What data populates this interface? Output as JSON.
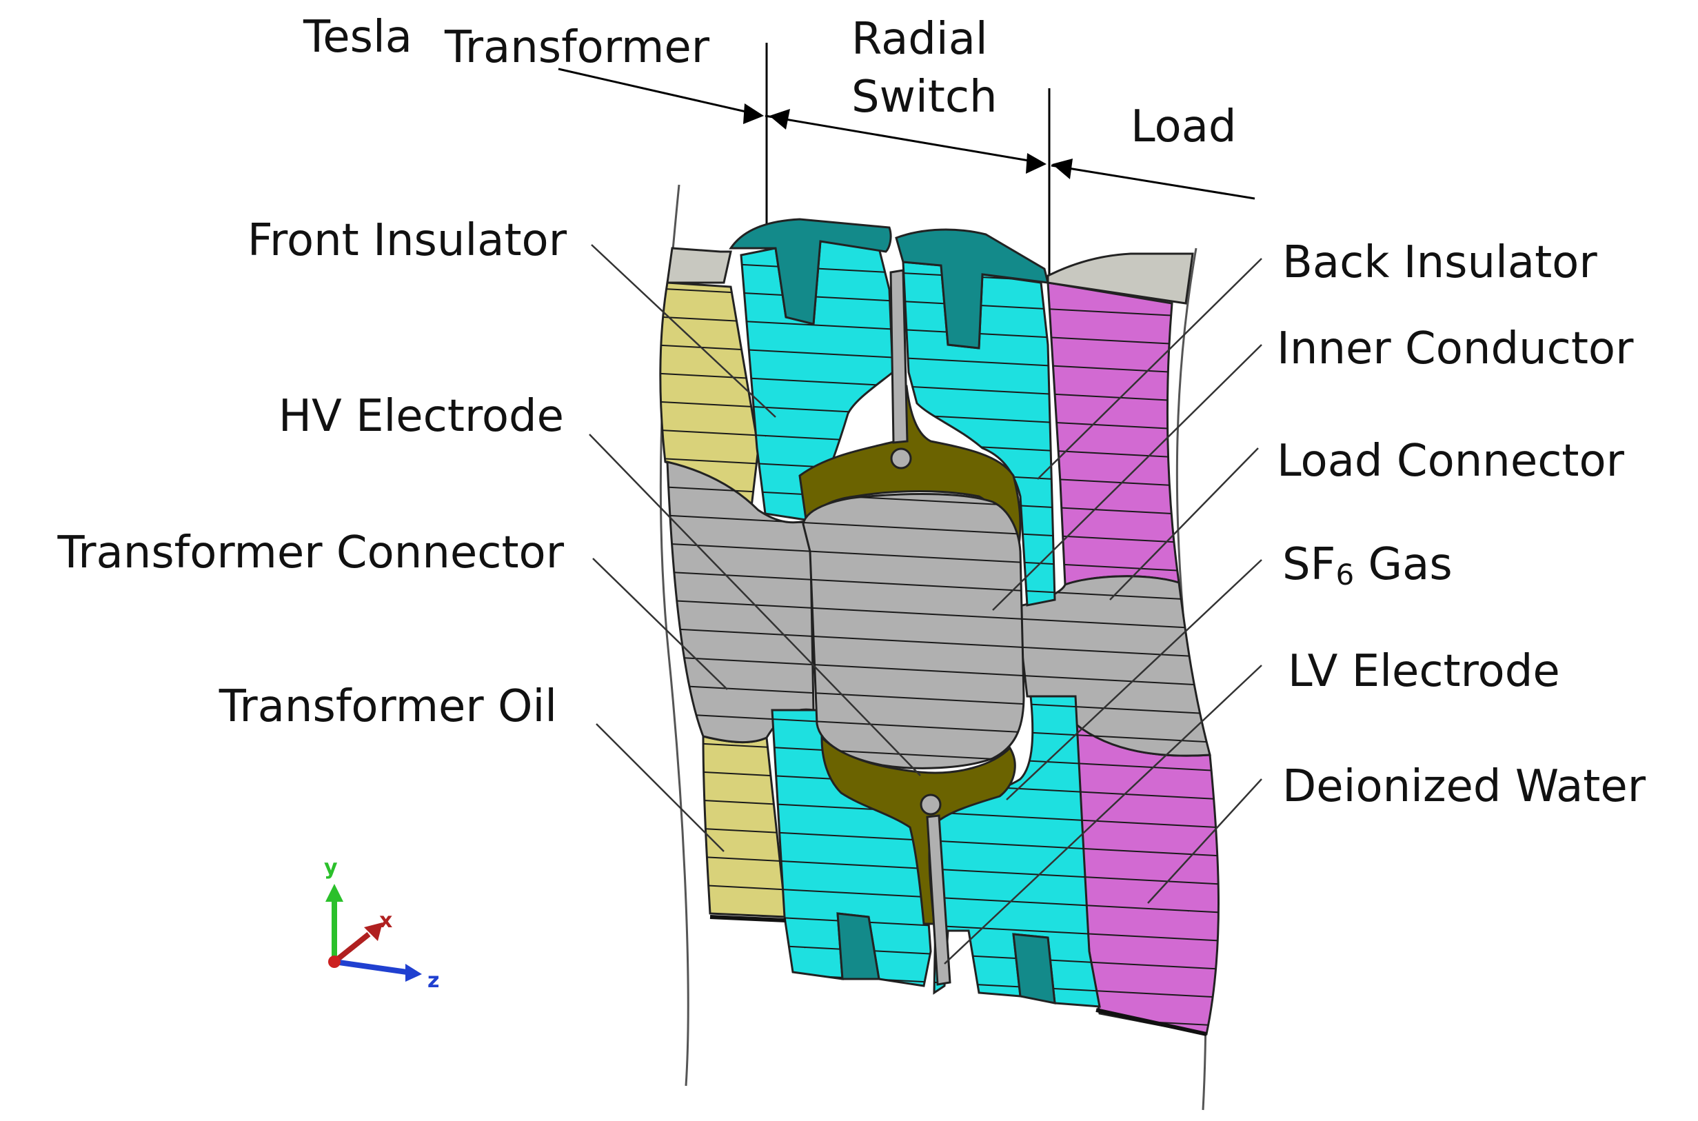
{
  "sections": {
    "tesla": "Tesla",
    "transformer": "Transformer",
    "radial": "Radial",
    "switch": "Switch",
    "load": "Load"
  },
  "labels": {
    "front_insulator": "Front Insulator",
    "hv_electrode": "HV Electrode",
    "transformer_connector": "Transformer Connector",
    "transformer_oil": "Transformer Oil",
    "back_insulator": "Back Insulator",
    "inner_conductor": "Inner Conductor",
    "load_connector": "Load Connector",
    "sf6_prefix": "SF",
    "sf6_sub": "6",
    "sf6_suffix": " Gas",
    "lv_electrode": "LV Electrode",
    "deionized_water": "Deionized Water"
  },
  "axes": {
    "x": "x",
    "y": "y",
    "z": "z"
  },
  "colors": {
    "insulator_cyan": "#1ee0e0",
    "insulator_top_teal": "#138a8a",
    "transformer_oil": "#d9d27a",
    "deionized_water": "#d26ad2",
    "conductor_gray": "#b0b0b0",
    "sf6_gas_olive": "#6b6300",
    "cap_gray": "#c8c8c0",
    "axis_y": "#2bc02b",
    "axis_x": "#b02020",
    "axis_z": "#2040d0"
  }
}
